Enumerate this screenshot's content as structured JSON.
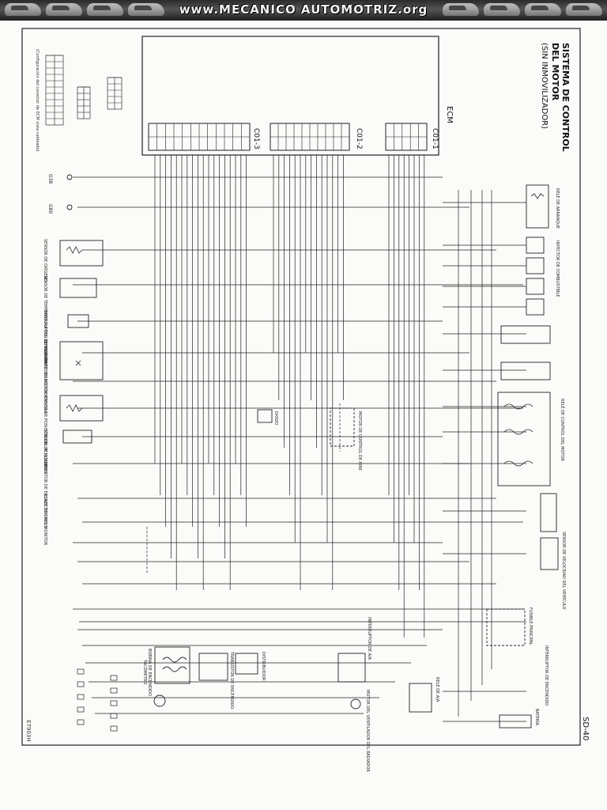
{
  "banner": {
    "url_text": "www.MECANICO AUTOMOTRIZ.org"
  },
  "diagram": {
    "title_line1": "SISTEMA DE CONTROL",
    "title_line2": "DEL MOTOR",
    "title_line3": "(SIN INMOVILIZADOR)",
    "ecm_label": "ECM",
    "connector_c01_1": "C01-1",
    "connector_c01_2": "C01-2",
    "connector_c01_3": "C01-3",
    "page_code": "SD-40",
    "figure_code": "E7903H",
    "connector_config_note": "(Configuración del conector de ECM vista cableado)",
    "ground_g38": "G38",
    "ground_g80": "G80",
    "relay_arranque": "RELÉ DE ARRANQUE",
    "rele_control_motor": "RELÉ DE CONTROL DEL MOTOR",
    "inyector_combustible": "INYECTOR DE COMBUSTIBLE",
    "sensor_oxigeno": "SENSOR DE OXÍGENO",
    "sensor_temp_motor": "SENSOR DE TEMPERATURA DEL REFRIGERANTE DEL MOTOR",
    "interruptor_presion": "INTERRUPTOR DE PRESIÓN DE DIRECCIÓN ASISTIDA",
    "sensor_map": "SENSOR MAP",
    "sensor_posicion": "SENSOR DE POSICIÓN DEL ACELERADOR",
    "sensor_golpe": "SENSOR DE GOLPE",
    "conector_datos": "CONECTOR DE ENLACE DE DATOS",
    "conector_monitor": "CONECTOR DEL MONITOR",
    "motor_control_aire": "MOTOR DE CONTROL DE AIRE",
    "interruptor_aa": "INTERRUPTOR DE A/A",
    "rele_aa": "RELÉ DE A/A",
    "ventilador": "MOTOR DEL VENTILADOR DEL RADIADOR",
    "bobina_encendido": "BOBINA DE ENCENDIDO",
    "transistor": "TRANSISTOR DE ENCENDIDO",
    "distribuidor": "DISTRIBUIDOR",
    "tacometro": "TACÓMETRO",
    "bateria": "BATERÍA",
    "fusible_principal": "FUSIBLE PRINCIPAL",
    "interruptor_encendido": "INTERRUPTOR DE ENCENDIDO",
    "diode": "DIODO",
    "sensor_velocidad": "SENSOR DE VELOCIDAD DEL VEHÍCULO"
  }
}
